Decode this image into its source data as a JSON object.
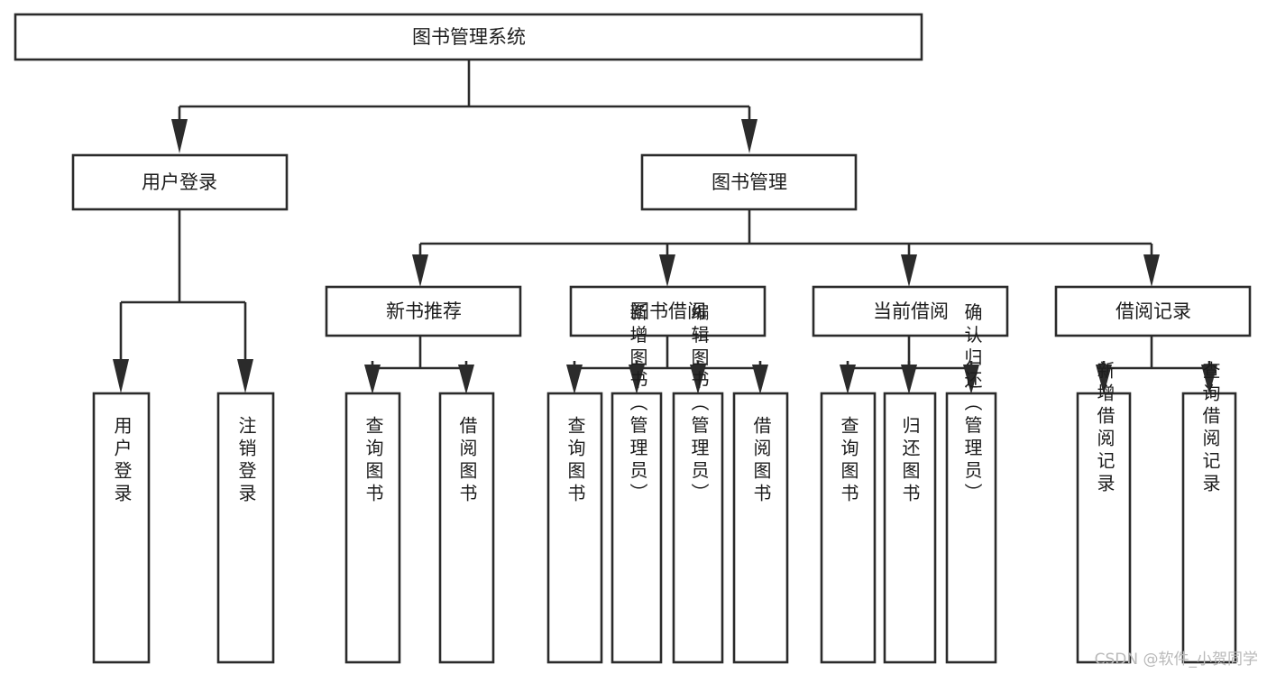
{
  "diagram": {
    "type": "tree-hierarchy-chart",
    "title": "图书管理系统",
    "colors": {
      "stroke": "#2b2b2b",
      "box_fill": "#ffffff",
      "text": "#1c1c1c",
      "background": "#ffffff",
      "watermark": "#b9b9b9"
    },
    "root": {
      "label": "图书管理系统"
    },
    "level2": [
      {
        "id": "user-login",
        "label": "用户登录"
      },
      {
        "id": "book-management",
        "label": "图书管理"
      }
    ],
    "level3": [
      {
        "id": "new-book-recommend",
        "label": "新书推荐",
        "parent": "book-management"
      },
      {
        "id": "book-borrow",
        "label": "图书借阅",
        "parent": "book-management"
      },
      {
        "id": "current-borrow",
        "label": "当前借阅",
        "parent": "book-management"
      },
      {
        "id": "borrow-records",
        "label": "借阅记录",
        "parent": "book-management"
      }
    ],
    "leaves": {
      "user-login": [
        {
          "id": "leaf-user-login",
          "label": "用户登录"
        },
        {
          "id": "leaf-user-logout",
          "label": "注销登录"
        }
      ],
      "new-book-recommend": [
        {
          "id": "leaf-query-book-1",
          "label": "查询图书"
        },
        {
          "id": "leaf-borrow-book-1",
          "label": "借阅图书"
        }
      ],
      "book-borrow": [
        {
          "id": "leaf-query-book-2",
          "label": "查询图书"
        },
        {
          "id": "leaf-add-book",
          "label": "新增图书（管理员）"
        },
        {
          "id": "leaf-edit-book",
          "label": "编辑图书（管理员）"
        },
        {
          "id": "leaf-borrow-book-2",
          "label": "借阅图书"
        }
      ],
      "current-borrow": [
        {
          "id": "leaf-query-book-3",
          "label": "查询图书"
        },
        {
          "id": "leaf-return-book",
          "label": "归还图书"
        },
        {
          "id": "leaf-confirm-return",
          "label": "确认归还（管理员）"
        }
      ],
      "borrow-records": [
        {
          "id": "leaf-add-record",
          "label": "新增借阅记录"
        },
        {
          "id": "leaf-query-record",
          "label": "查询借阅记录"
        }
      ]
    }
  },
  "watermark": {
    "text": "CSDN @软件_小贺同学"
  }
}
